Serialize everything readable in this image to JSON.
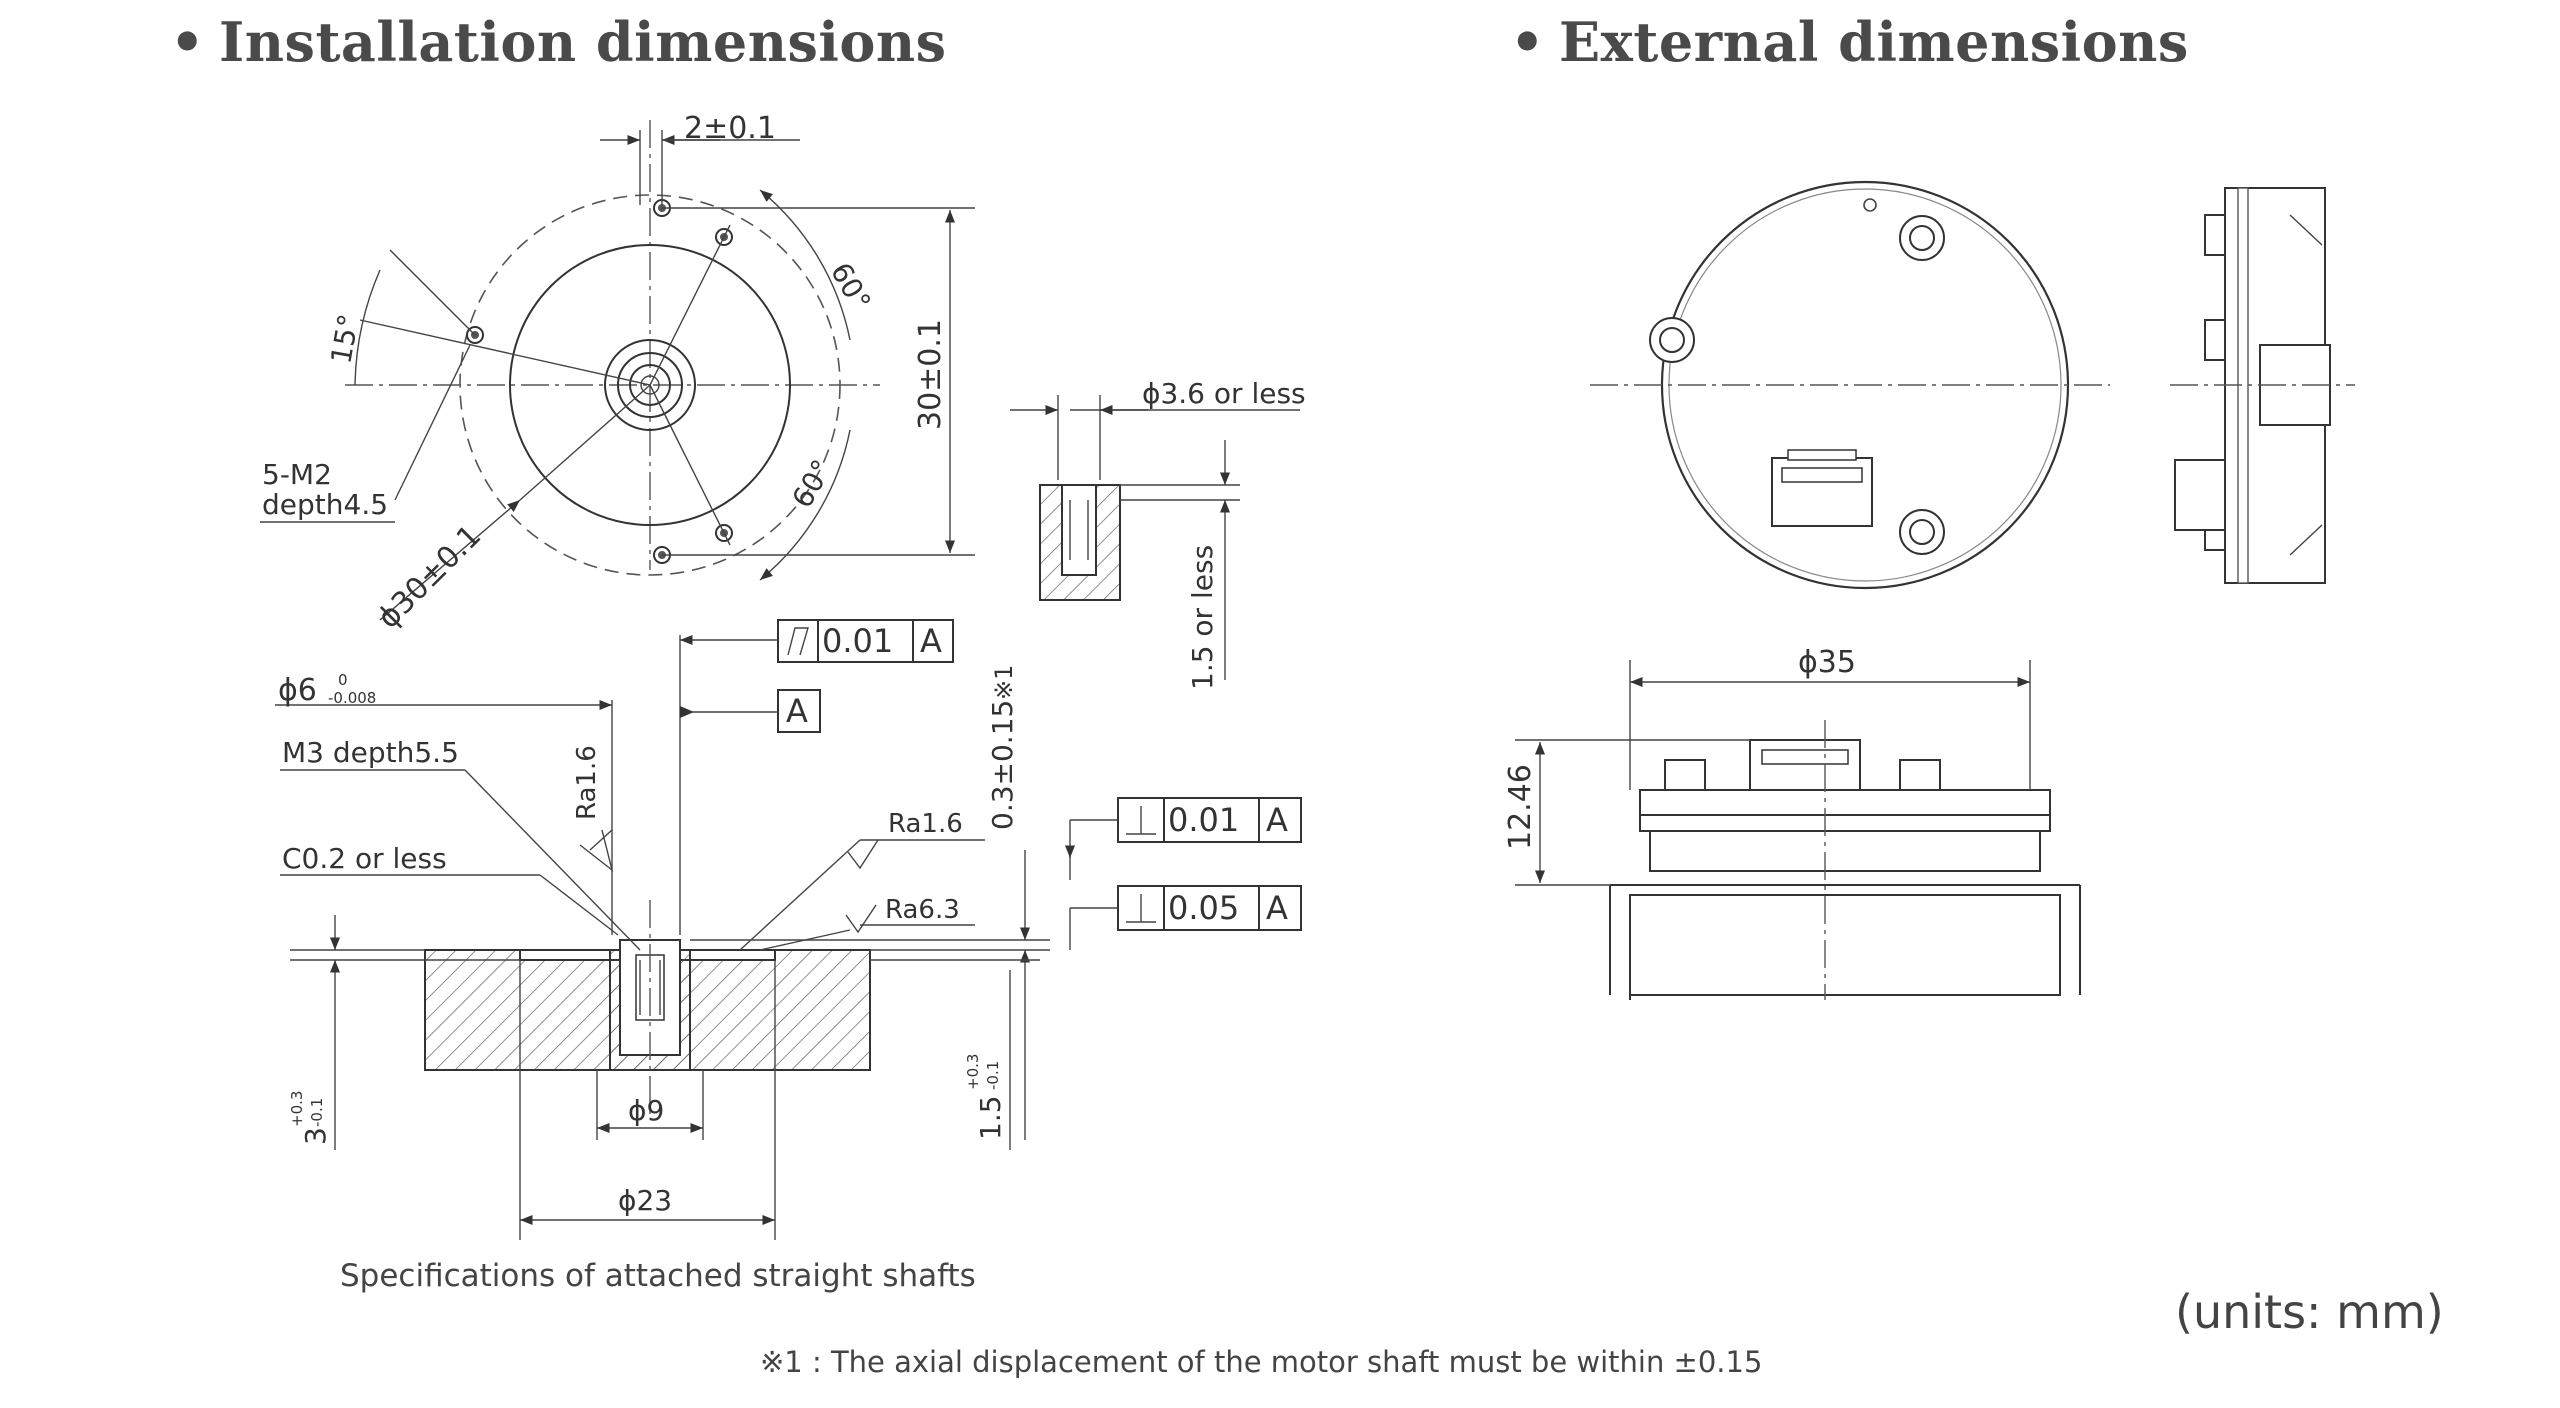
{
  "headings": {
    "installation": "Installation dimensions",
    "external": "External dimensions",
    "bullet": "•"
  },
  "install_top": {
    "dim_slot": "2±0.1",
    "angle_60_top": "60°",
    "angle_60_bottom": "60°",
    "angle_15": "15°",
    "dia_30": "ϕ30±0.1",
    "height_30": "30±0.1",
    "tap_line1": "5-M2",
    "tap_line2": "depth4.5"
  },
  "tap_detail": {
    "dia": "ϕ3.6 or less",
    "depth": "1.5 or less"
  },
  "shaft_section": {
    "shaft_dia": "ϕ6",
    "shaft_tol_upper": "0",
    "shaft_tol_lower": "-0.008",
    "m3": "M3 depth5.5",
    "chamfer": "C0.2 or less",
    "ra_shaft": "Ra1.6",
    "ra_face": "Ra1.6",
    "ra_face2": "Ra6.3",
    "runout_value": "0.01",
    "datum": "A",
    "perp1_value": "0.01",
    "perp2_value": "0.05",
    "gap": "0.3±0.15",
    "gap_note": "※1",
    "depth_right": "1.5",
    "depth_right_tol_upper": "+0.3",
    "depth_right_tol_lower": "-0.1",
    "depth_left": "3",
    "depth_left_tol_upper": "+0.3",
    "depth_left_tol_lower": "-0.1",
    "dia_9": "ϕ9",
    "dia_23": "ϕ23"
  },
  "external": {
    "dia_35": "ϕ35",
    "height": "12.46"
  },
  "captions": {
    "shaft_spec": "Specifications of attached straight shafts",
    "note": "※1 : The axial displacement of the motor shaft must be within ±0.15",
    "units": "(units: mm)"
  }
}
